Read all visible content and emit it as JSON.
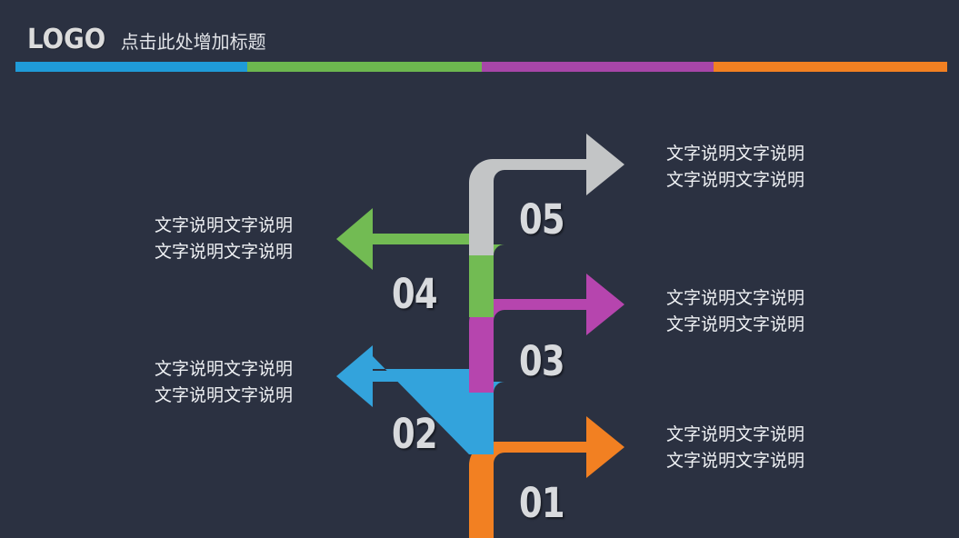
{
  "header": {
    "logo": "LOGO",
    "title": "点击此处增加标题",
    "colorbar": [
      {
        "name": "blue",
        "color": "#1f9bd8"
      },
      {
        "name": "green",
        "color": "#6db74f"
      },
      {
        "name": "purple",
        "color": "#a746a8"
      },
      {
        "name": "orange",
        "color": "#f28022"
      }
    ]
  },
  "colors": {
    "background": "#2b3141",
    "blue": "#33a3dc",
    "green": "#72bb53",
    "purple": "#b645ae",
    "orange": "#f28022",
    "gray": "#c3c5c6",
    "number_text": "#d8dadd",
    "caption_text": "#eef0f3"
  },
  "steps": [
    {
      "number": "01",
      "color": "#f28022",
      "direction": "right",
      "caption_line1": "文字说明文字说明",
      "caption_line2": "文字说明文字说明"
    },
    {
      "number": "02",
      "color": "#33a3dc",
      "direction": "left",
      "caption_line1": "文字说明文字说明",
      "caption_line2": "文字说明文字说明"
    },
    {
      "number": "03",
      "color": "#b645ae",
      "direction": "right",
      "caption_line1": "文字说明文字说明",
      "caption_line2": "文字说明文字说明"
    },
    {
      "number": "04",
      "color": "#72bb53",
      "direction": "left",
      "caption_line1": "文字说明文字说明",
      "caption_line2": "文字说明文字说明"
    },
    {
      "number": "05",
      "color": "#c3c5c6",
      "direction": "right",
      "caption_line1": "文字说明文字说明",
      "caption_line2": "文字说明文字说明"
    }
  ]
}
